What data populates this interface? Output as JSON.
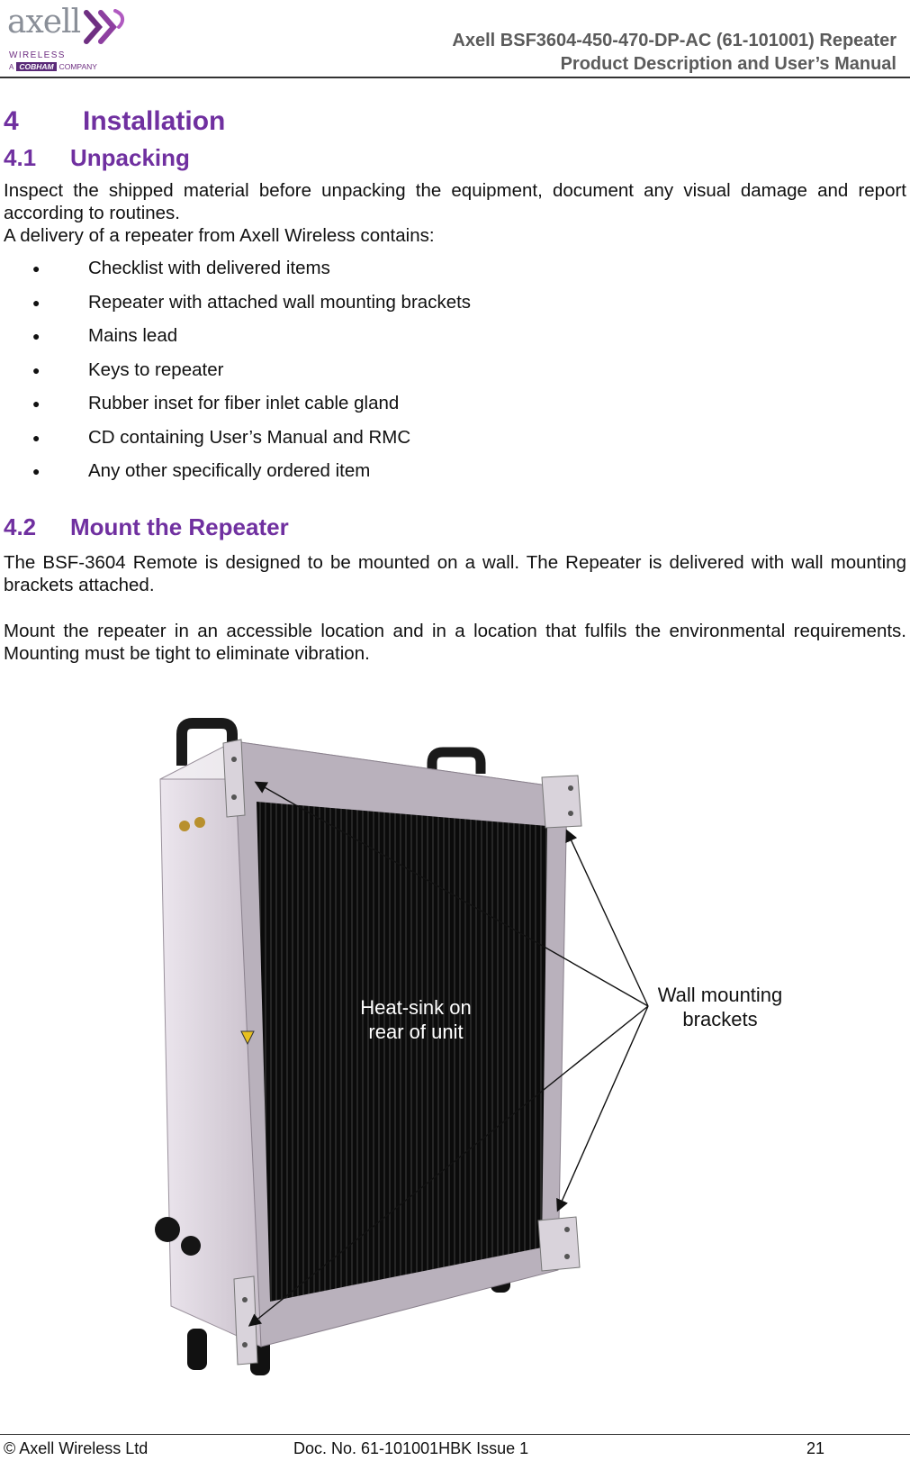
{
  "header": {
    "logo_word": "axell",
    "logo_line1": "WIRELESS",
    "logo_line2_a": "A",
    "logo_line2_brand": "COBHAM",
    "logo_line2_rest": "COMPANY",
    "title_line1": "Axell BSF3604-450-470-DP-AC (61-101001) Repeater",
    "title_line2": "Product Description and User’s Manual",
    "colors": {
      "brand_purple": "#7030a0",
      "title_gray": "#5b5b5b"
    }
  },
  "section": {
    "number": "4",
    "title": "Installation"
  },
  "unpacking": {
    "number": "4.1",
    "title": "Unpacking",
    "intro": "Inspect the shipped material before unpacking the equipment, document any visual damage and report according to routines.",
    "lead": "A delivery of a repeater from Axell Wireless contains:",
    "bullet_symbol": "●",
    "items": [
      "Checklist with delivered items",
      "Repeater with attached wall mounting brackets",
      "Mains lead",
      "Keys to repeater",
      "Rubber inset for fiber inlet cable gland",
      "CD containing User’s Manual and RMC",
      "Any other specifically ordered item"
    ]
  },
  "mount": {
    "number": "4.2",
    "title": "Mount the Repeater",
    "para1": "The BSF-3604 Remote is designed to be mounted on a wall. The Repeater is delivered with wall mounting brackets attached.",
    "para2": "Mount the repeater in an accessible location and in a location that fulfils the environmental requirements. Mounting must be tight to eliminate vibration."
  },
  "figure": {
    "callout_heatsink_1": "Heat-sink on",
    "callout_heatsink_2": "rear of unit",
    "callout_brackets_1": "Wall mounting",
    "callout_brackets_2": "brackets"
  },
  "footer": {
    "copyright": "© Axell Wireless Ltd",
    "doc_no": "Doc. No. 61-101001HBK Issue 1",
    "page": "21"
  }
}
